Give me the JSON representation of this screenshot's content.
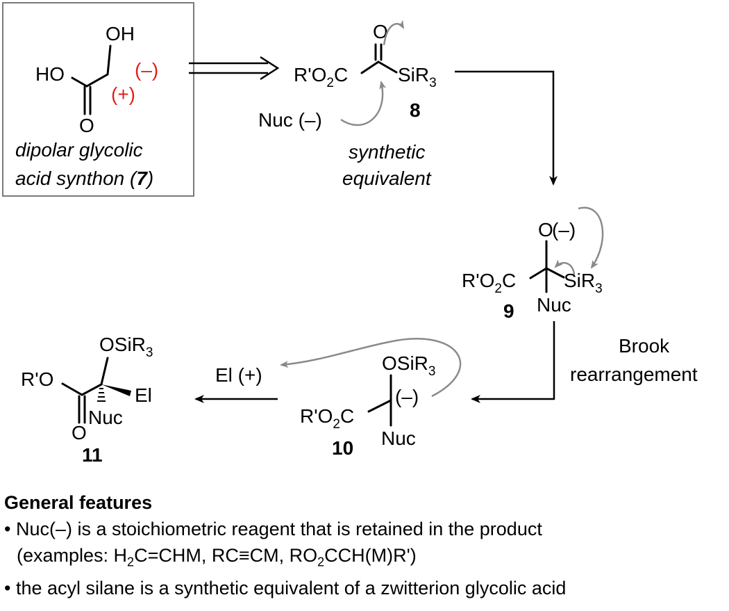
{
  "synthon": {
    "oh_top": "OH",
    "ho_left": "HO",
    "o_bottom": "O",
    "minus_charge": "(–)",
    "plus_charge": "(+)",
    "caption_line1": "dipolar glycolic",
    "caption_line2_prefix": "acid synthon (",
    "caption_number": "7",
    "caption_line2_suffix": ")"
  },
  "compound8": {
    "left_label_prefix": "R'O",
    "left_label_sub": "2",
    "left_label_suffix": "C",
    "o_top": "O",
    "silyl_prefix": "SiR",
    "silyl_sub": "3",
    "number": "8",
    "nuc": "Nuc (–)",
    "equiv_line1": "synthetic",
    "equiv_line2": "equivalent"
  },
  "compound9": {
    "o_label": "O",
    "o_charge": "(–)",
    "left_label_prefix": "R'O",
    "left_label_sub": "2",
    "left_label_suffix": "C",
    "silyl_prefix": "SiR",
    "silyl_sub": "3",
    "nuc": "Nuc",
    "number": "9"
  },
  "brook": {
    "line1": "Brook",
    "line2": "rearrangement"
  },
  "compound10": {
    "osilyl_prefix": "OSiR",
    "osilyl_sub": "3",
    "left_label_prefix": "R'O",
    "left_label_sub": "2",
    "left_label_suffix": "C",
    "charge": "(–)",
    "nuc": "Nuc",
    "number": "10"
  },
  "electrophile": "El (+)",
  "compound11": {
    "osilyl_prefix": "OSiR",
    "osilyl_sub": "3",
    "ro_label": "R'O",
    "el": "El",
    "nuc": "Nuc",
    "o_bottom": "O",
    "number": "11"
  },
  "features": {
    "heading": "General features",
    "bullet1_line1": "Nuc(–) is a stoichiometric reagent that is retained in the product",
    "bullet1_line2_a": "(examples: H",
    "bullet1_line2_sub1": "2",
    "bullet1_line2_b": "C",
    "bullet1_line2_double": "=",
    "bullet1_line2_c": "CHM, RC",
    "bullet1_line2_triple": "≡",
    "bullet1_line2_d": "CM, RO",
    "bullet1_line2_sub2": "2",
    "bullet1_line2_e": "CCH(M)R')",
    "bullet2": "the acyl silane is a synthetic equivalent of a zwitterion glycolic acid",
    "bullet_symbol": "•"
  },
  "colors": {
    "charge_red": "#e0201b",
    "curved_arrow_gray": "#8a8a8a",
    "box_border": "#7a7a7a"
  }
}
